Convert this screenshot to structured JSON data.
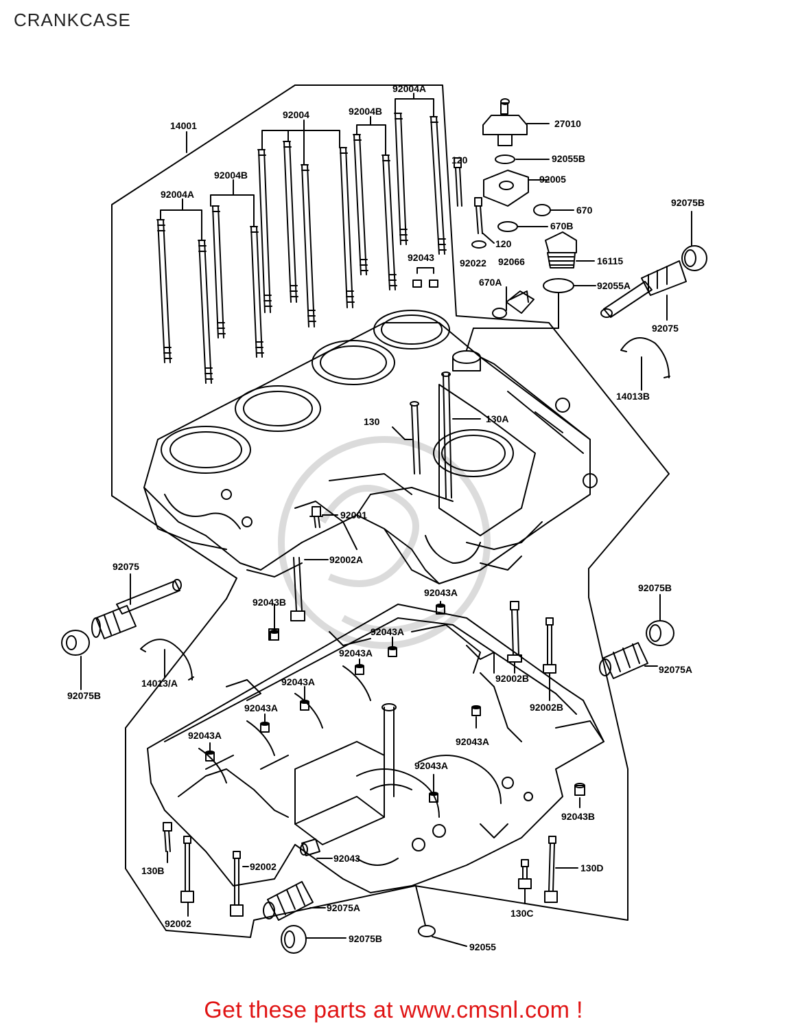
{
  "page": {
    "title": "CRANKCASE",
    "footer": "Get these parts at www.cmsnl.com !"
  },
  "colors": {
    "line": "#000000",
    "footer": "#e01414",
    "watermark": "#d8d8d8"
  },
  "labels": {
    "l14001": "14001",
    "l92004_top": "92004",
    "l92004B2": "92004B",
    "l92004A_top": "92004A",
    "l92004B": "92004B",
    "l92004A": "92004A",
    "l120a": "120",
    "l120b": "120",
    "l27010": "27010",
    "l92055B": "92055B",
    "l92005": "92005",
    "l670": "670",
    "l670B": "670B",
    "l92022": "92022",
    "l92066": "92066",
    "l16115": "16115",
    "l670A": "670A",
    "l92055A": "92055A",
    "l92043_top": "92043",
    "l92075B_tr": "92075B",
    "l92075_tr": "92075",
    "l14013B": "14013B",
    "l130": "130",
    "l130A": "130A",
    "l92001": "92001",
    "l92002A": "92002A",
    "l92075_l": "92075",
    "l92075B_l": "92075B",
    "l14013A": "14013/A",
    "l92043B_l": "92043B",
    "l92043A_1": "92043A",
    "l92043A_2": "92043A",
    "l92043A_3": "92043A",
    "l92043A_4": "92043A",
    "l92043A_5": "92043A",
    "l92043A_6": "92043A",
    "l92043A_7": "92043A",
    "l92043A_8": "92043A",
    "l92002B_1": "92002B",
    "l92002B_2": "92002B",
    "l92075B_r": "92075B",
    "l92075A_r": "92075A",
    "l92043B_r": "92043B",
    "l130B": "130B",
    "l92002_a": "92002",
    "l92002_b": "92002",
    "l92043": "92043",
    "l130D": "130D",
    "l130C": "130C",
    "l92075A_b": "92075A",
    "l92075B_b": "92075B",
    "l92055": "92055"
  }
}
